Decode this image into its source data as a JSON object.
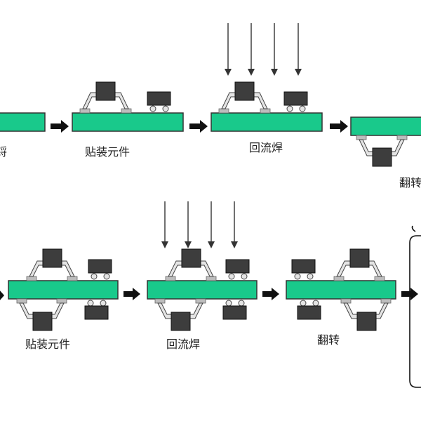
{
  "colors": {
    "board": "#19c98b",
    "board_stroke": "#333333",
    "chip": "#3d3d3d",
    "lead_fill": "#e4e4e4",
    "pad": "#bdbdbd",
    "arrow": "#111111",
    "heat_arrow": "#333333",
    "background": "#ffffff"
  },
  "row1": {
    "step1_label": "锊",
    "step2_label": "贴装元件",
    "step3_label": "回流焊",
    "step4_label": "翻转"
  },
  "row2": {
    "step1_label": "贴装元件",
    "step2_label": "回流焊",
    "step3_label": "翻转"
  },
  "icons": [
    "process-arrow-icon",
    "heat-arrow-icon",
    "ic-chip-icon",
    "passive-component-icon",
    "loop-bracket-icon"
  ]
}
